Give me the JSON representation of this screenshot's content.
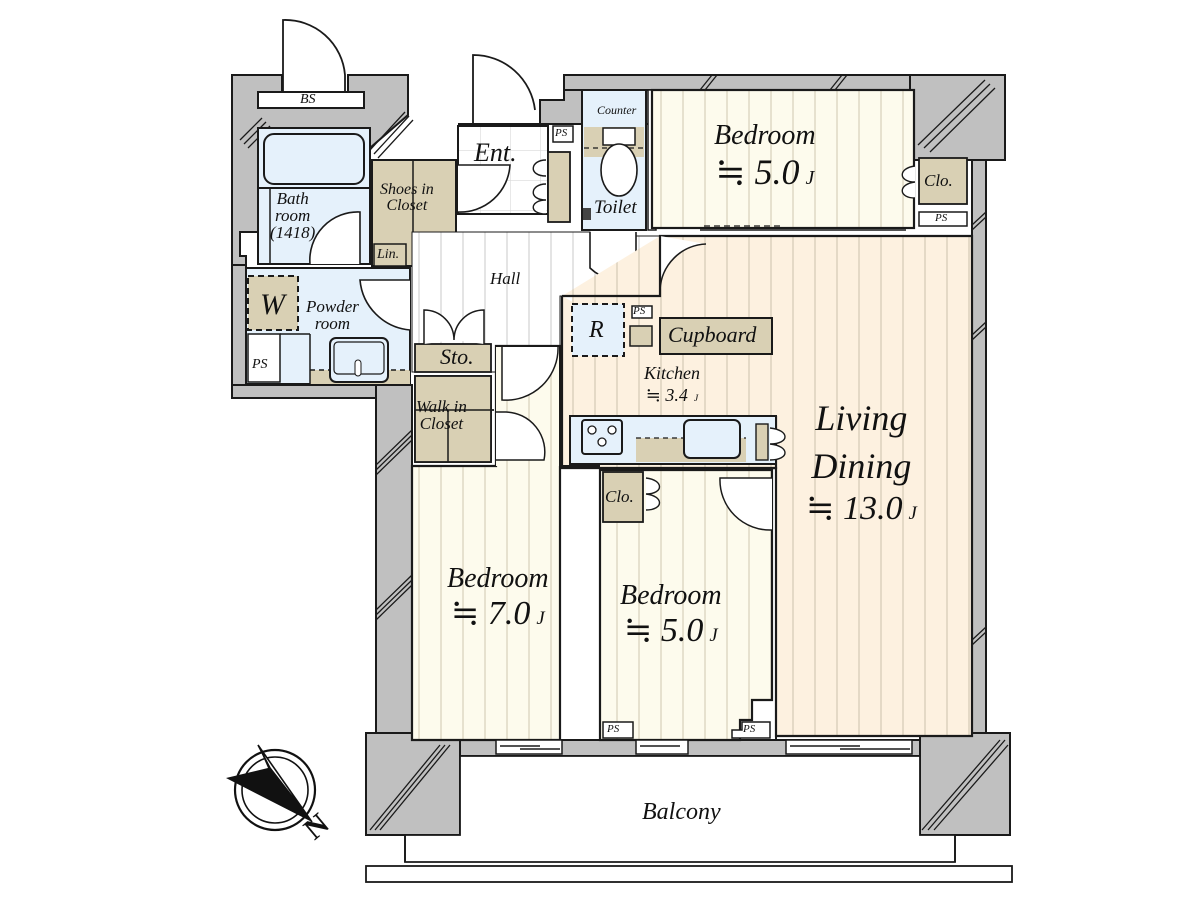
{
  "title": "Floor plan",
  "colors": {
    "wall": "#c0c0c0",
    "outline": "#1a1a1a",
    "bedroom_floor": "#fdfbed",
    "living_floor": "#fdf1e0",
    "wet_area": "#e5f1fb",
    "storage": "#d9d0b4",
    "hall_floor": "#ffffff",
    "stripe": "#d8d0bd"
  },
  "rooms": {
    "bath": {
      "name": "Bath",
      "name2": "room",
      "code": "(1418)"
    },
    "bs": {
      "name": "BS"
    },
    "shoes_closet": {
      "name": "Shoes in",
      "name2": "Closet"
    },
    "linen": {
      "name": "Lin."
    },
    "washer": {
      "name": "W"
    },
    "powder": {
      "name": "Powder",
      "name2": "room"
    },
    "ps_powder": {
      "name": "PS"
    },
    "entrance": {
      "name": "Ent."
    },
    "ps_entrance": {
      "name": "PS"
    },
    "counter": {
      "name": "Counter"
    },
    "toilet": {
      "name": "Toilet"
    },
    "bedroom_north": {
      "name": "Bedroom",
      "approx": "≒",
      "area": "5.0",
      "unit": "J"
    },
    "clo_north": {
      "name": "Clo."
    },
    "ps_north": {
      "name": "PS"
    },
    "hall": {
      "name": "Hall"
    },
    "storage": {
      "name": "Sto."
    },
    "walk_in_closet": {
      "name": "Walk in",
      "name2": "Closet"
    },
    "refrigerator": {
      "name": "R"
    },
    "ps_kitchen": {
      "name": "PS"
    },
    "cupboard": {
      "name": "Cupboard"
    },
    "kitchen": {
      "name": "Kitchen",
      "approx": "≒",
      "area": "3.4",
      "unit": "J"
    },
    "living_dining": {
      "name": "Living",
      "name2": "Dining",
      "approx": "≒",
      "area": "13.0",
      "unit": "J"
    },
    "clo_middle": {
      "name": "Clo."
    },
    "bedroom_west": {
      "name": "Bedroom",
      "approx": "≒",
      "area": "7.0",
      "unit": "J"
    },
    "bedroom_middle": {
      "name": "Bedroom",
      "approx": "≒",
      "area": "5.0",
      "unit": "J"
    },
    "ps_south_1": {
      "name": "PS"
    },
    "ps_south_2": {
      "name": "PS"
    },
    "balcony": {
      "name": "Balcony"
    }
  },
  "compass": {
    "label": "N",
    "icon": "compass-icon"
  }
}
